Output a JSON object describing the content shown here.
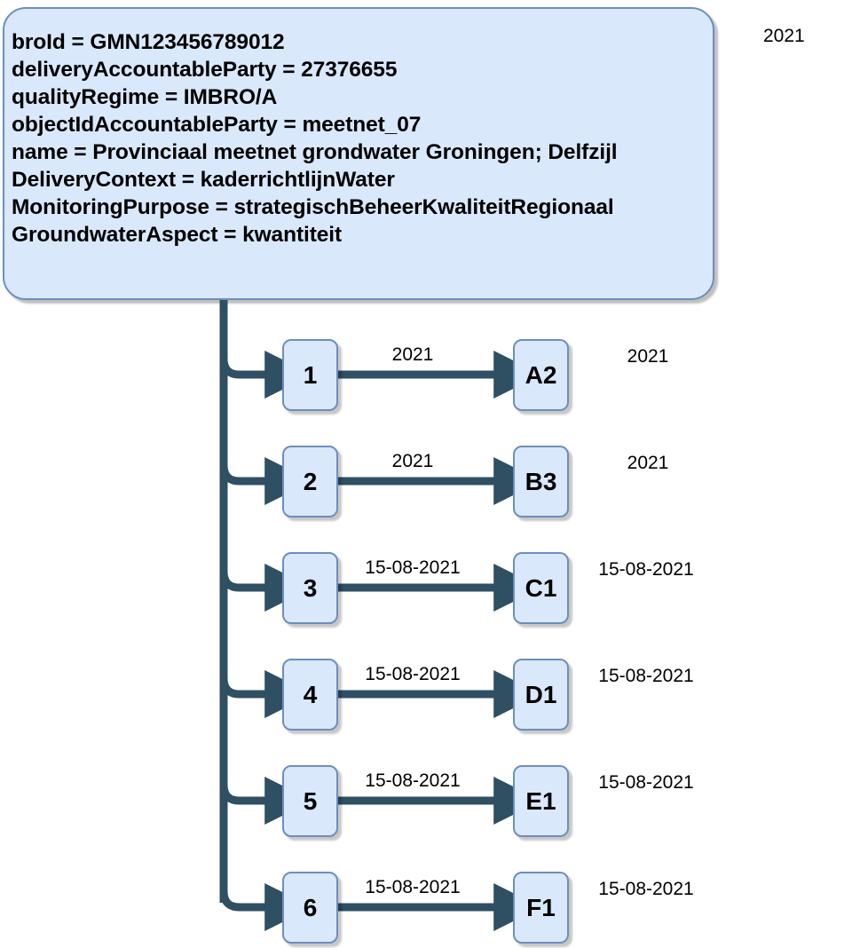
{
  "diagram": {
    "title_box": {
      "name": "gmn-attribute-box",
      "lines": [
        "broId = GMN123456789012",
        "deliveryAccountableParty = 27376655",
        "qualityRegime = IMBRO/A",
        "objectIdAccountableParty = meetnet_07",
        "name = Provinciaal meetnet grondwater Groningen; Delfzijl",
        "DeliveryContext = kaderrichtlijnWater",
        "MonitoringPurpose = strategischBeheerKwaliteitRegionaal",
        "GroundwaterAspect = kwantiteit"
      ],
      "fill_color": "#dae8fc",
      "border_color": "#6c8ebf"
    },
    "corner_label": "2021",
    "connector_color": "#2f4f63",
    "rows": [
      {
        "left_node": "1",
        "right_node": "A2",
        "edge_label": "2021",
        "side_label": "2021"
      },
      {
        "left_node": "2",
        "right_node": "B3",
        "edge_label": "2021",
        "side_label": "2021"
      },
      {
        "left_node": "3",
        "right_node": "C1",
        "edge_label": "15-08-2021",
        "side_label": "15-08-2021"
      },
      {
        "left_node": "4",
        "right_node": "D1",
        "edge_label": "15-08-2021",
        "side_label": "15-08-2021"
      },
      {
        "left_node": "5",
        "right_node": "E1",
        "edge_label": "15-08-2021",
        "side_label": "15-08-2021"
      },
      {
        "left_node": "6",
        "right_node": "F1",
        "edge_label": "15-08-2021",
        "side_label": "15-08-2021"
      }
    ]
  }
}
